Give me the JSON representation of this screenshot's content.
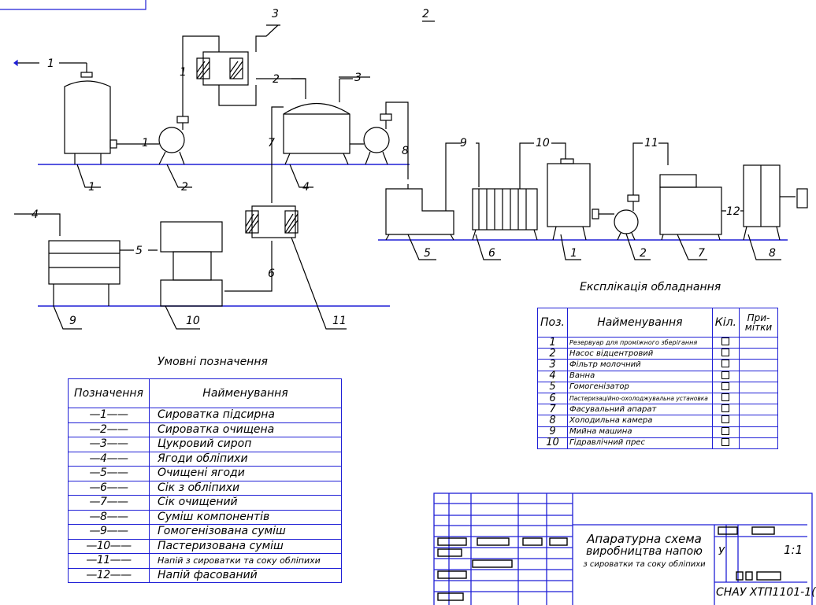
{
  "legend": {
    "title": "Умовні позначення",
    "col_code": "Позначення",
    "col_name": "Найменування",
    "rows": [
      {
        "code": "—1——",
        "name": "Сироватка підсирна"
      },
      {
        "code": "—2——",
        "name": "Сироватка очищена"
      },
      {
        "code": "—3——",
        "name": "Цукровий сироп"
      },
      {
        "code": "—4——",
        "name": "Ягоди обліпихи"
      },
      {
        "code": "—5——",
        "name": "Очищені ягоди"
      },
      {
        "code": "—6——",
        "name": "Сік з обліпихи"
      },
      {
        "code": "—7——",
        "name": "Сік очищений"
      },
      {
        "code": "—8——",
        "name": "Суміш компонентів"
      },
      {
        "code": "—9——",
        "name": "Гомогенізована суміш"
      },
      {
        "code": "—10——",
        "name": "Пастеризована суміш"
      },
      {
        "code": "—11——",
        "name": "Напій з сироватки та соку обліпихи"
      },
      {
        "code": "—12——",
        "name": "Напій фасований"
      }
    ]
  },
  "explication": {
    "title": "Експлікація обладнання",
    "col_pos": "Поз.",
    "col_name": "Найменування",
    "col_qty": "Кіл.",
    "col_note": "При-мітки",
    "rows": [
      {
        "pos": "1",
        "name": "Резервуар для проміжного зберігання"
      },
      {
        "pos": "2",
        "name": "Насос відцентровий"
      },
      {
        "pos": "3",
        "name": "Фільтр молочний"
      },
      {
        "pos": "4",
        "name": "Ванна"
      },
      {
        "pos": "5",
        "name": "Гомогенізатор"
      },
      {
        "pos": "6",
        "name": "Пастеризаційно-охолоджувальна установка"
      },
      {
        "pos": "7",
        "name": "Фасувальний апарат"
      },
      {
        "pos": "8",
        "name": "Холодильна камера"
      },
      {
        "pos": "9",
        "name": "Мийна машина"
      },
      {
        "pos": "10",
        "name": "Гідравлічний прес"
      }
    ]
  },
  "title_block": {
    "line1": "Апаратурна схема",
    "line2": "виробництва напою",
    "line3": "з сироватки та соку обліпихи",
    "letter": "У",
    "scale": "1:1",
    "code": "СНАУ ХТП1101-1("
  },
  "scheme": {
    "stream_labels": [
      "1",
      "1",
      "1",
      "3",
      "2",
      "3",
      "2",
      "8",
      "9",
      "10",
      "11",
      "12",
      "4",
      "5",
      "6",
      "7"
    ],
    "equipment_labels": [
      "1",
      "2",
      "4",
      "9",
      "10",
      "11",
      "5",
      "6",
      "1",
      "2",
      "7",
      "8"
    ]
  }
}
